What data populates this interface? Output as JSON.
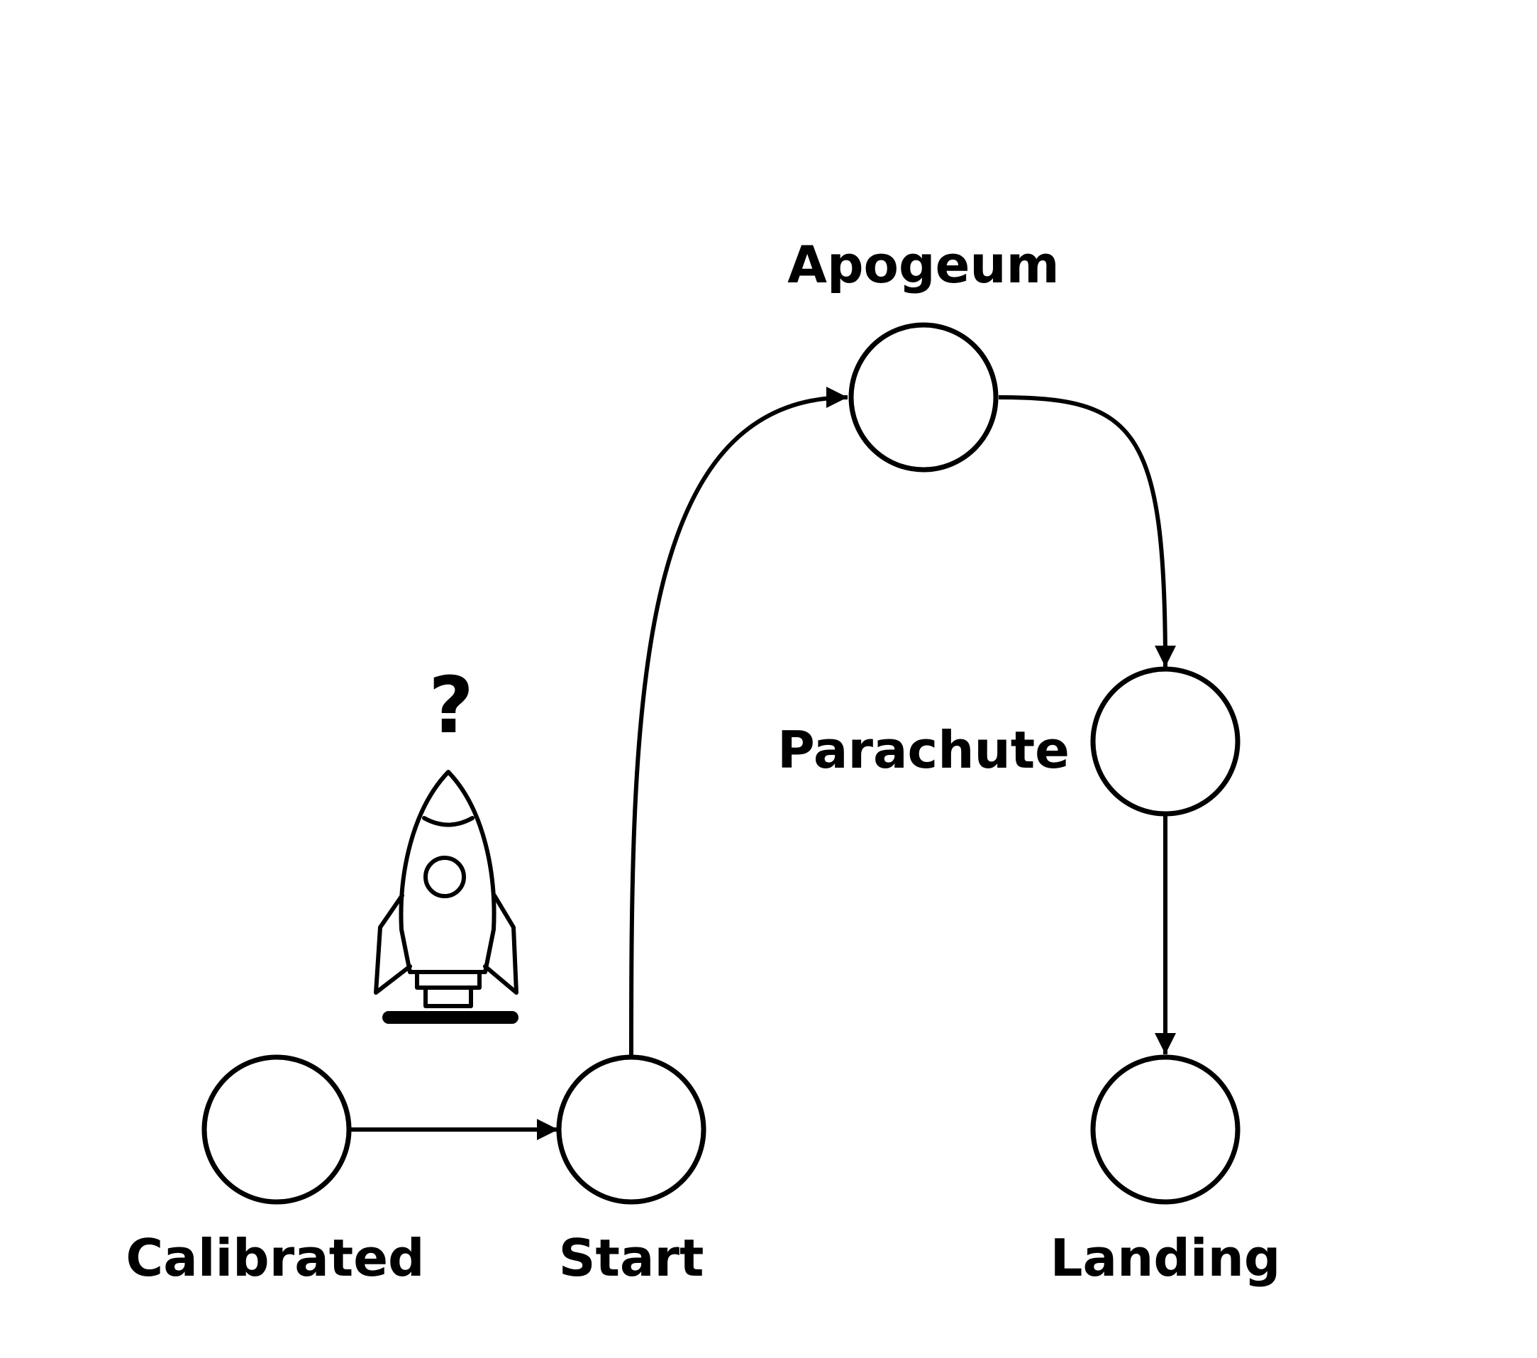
{
  "diagram": {
    "states": {
      "calibrated": "Calibrated",
      "start": "Start",
      "apogeum": "Apogeum",
      "parachute": "Parachute",
      "landing": "Landing"
    },
    "edges": [
      {
        "from": "Calibrated",
        "to": "Start"
      },
      {
        "from": "Start",
        "to": "Apogeum"
      },
      {
        "from": "Apogeum",
        "to": "Parachute"
      },
      {
        "from": "Parachute",
        "to": "Landing"
      }
    ],
    "illustration": {
      "icon": "rocket-icon",
      "mark": "?"
    },
    "colors": {
      "stroke": "#000000",
      "fill": "#ffffff"
    }
  }
}
